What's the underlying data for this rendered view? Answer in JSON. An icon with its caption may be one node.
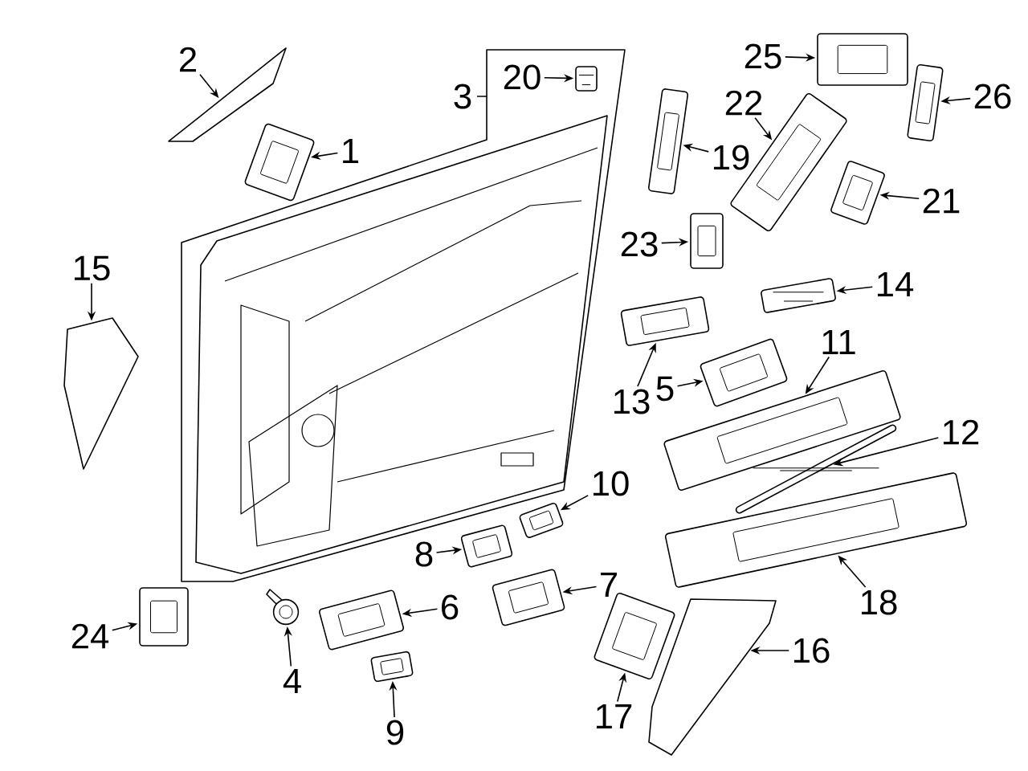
{
  "diagram": {
    "nodes": [
      {
        "text": [
          "1"
        ]
      },
      {
        "text": [
          "2"
        ]
      },
      {
        "text": [
          "4"
        ]
      },
      {
        "text": [
          "5"
        ]
      },
      {
        "text": [
          "6"
        ]
      },
      {
        "text": [
          "7"
        ]
      },
      {
        "text": [
          "8"
        ]
      },
      {
        "text": [
          "9"
        ]
      },
      {
        "text": [
          "10"
        ]
      },
      {
        "text": [
          "11"
        ]
      },
      {
        "text": [
          "12"
        ]
      },
      {
        "text": [
          "13"
        ]
      },
      {
        "text": [
          "14"
        ]
      },
      {
        "text": [
          "15"
        ]
      },
      {
        "text": [
          "16"
        ]
      },
      {
        "text": [
          "17"
        ]
      },
      {
        "text": [
          "18"
        ]
      },
      {
        "text": [
          "19"
        ]
      },
      {
        "text": [
          "20"
        ]
      },
      {
        "text": [
          "21"
        ]
      },
      {
        "text": [
          "22"
        ]
      },
      {
        "text": [
          "23"
        ]
      },
      {
        "text": [
          "24"
        ]
      },
      {
        "text": [
          "25"
        ]
      },
      {
        "text": [
          "26"
        ]
      },
      {
        "text": [],
        "shape": "picture"
      },
      {
        "text": [],
        "shape": "picture"
      },
      {
        "text": [],
        "shape": "picture"
      },
      {
        "text": [],
        "shape": "picture"
      },
      {
        "text": [],
        "shape": "picture"
      },
      {
        "text": [],
        "shape": "picture"
      },
      {
        "text": [],
        "shape": "picture"
      },
      {
        "text": [],
        "shape": "picture"
      },
      {
        "text": [],
        "shape": "picture"
      },
      {
        "text": [],
        "shape": "picture"
      },
      {
        "text": [],
        "shape": "picture"
      },
      {
        "text": [],
        "shape": "picture"
      },
      {
        "text": [],
        "shape": "picture"
      },
      {
        "text": [],
        "shape": "picture"
      },
      {
        "text": [],
        "shape": "picture"
      },
      {
        "text": [],
        "shape": "picture"
      },
      {
        "text": [],
        "shape": "picture"
      },
      {
        "text": [],
        "shape": "picture"
      },
      {
        "text": [],
        "shape": "picture"
      },
      {
        "text": [],
        "shape": "picture"
      },
      {
        "text": [],
        "shape": "picture"
      },
      {
        "text": [],
        "shape": "picture"
      },
      {
        "text": [],
        "shape": "picture"
      },
      {
        "text": [],
        "shape": "picture"
      },
      {
        "text": [],
        "shape": "picture"
      }
    ],
    "edges": [
      {
        "from": 0,
        "to": 25,
        "arrow": "to"
      },
      {
        "from": 1,
        "to": 26,
        "arrow": "to"
      },
      {
        "from": 2,
        "to": 27,
        "arrow": "to"
      },
      {
        "from": 3,
        "to": 28,
        "arrow": "to"
      },
      {
        "from": 4,
        "to": 29,
        "arrow": "to"
      },
      {
        "from": 5,
        "to": 30,
        "arrow": "to"
      },
      {
        "from": 6,
        "to": 31,
        "arrow": "to"
      },
      {
        "from": 7,
        "to": 32,
        "arrow": "to"
      },
      {
        "from": 8,
        "to": 33,
        "arrow": "to"
      },
      {
        "from": 9,
        "to": 34,
        "arrow": "to"
      },
      {
        "from": 10,
        "to": 35,
        "arrow": "to"
      },
      {
        "from": 11,
        "to": 36,
        "arrow": "to"
      },
      {
        "from": 12,
        "to": 37,
        "arrow": "to"
      },
      {
        "from": 13,
        "to": 38,
        "arrow": "to"
      },
      {
        "from": 14,
        "to": 39,
        "arrow": "to"
      },
      {
        "from": 15,
        "to": 40,
        "arrow": "to"
      },
      {
        "from": 16,
        "to": 41,
        "arrow": "to"
      },
      {
        "from": 17,
        "to": 42,
        "arrow": "to"
      },
      {
        "from": 18,
        "to": 43,
        "arrow": "to"
      },
      {
        "from": 19,
        "to": 44,
        "arrow": "to"
      },
      {
        "from": 20,
        "to": 45,
        "arrow": "to"
      },
      {
        "from": 21,
        "to": 46,
        "arrow": "to"
      },
      {
        "from": 22,
        "to": 47,
        "arrow": "to"
      },
      {
        "from": 23,
        "to": 48,
        "arrow": "to"
      },
      {
        "from": 24,
        "to": 49,
        "arrow": "to"
      }
    ],
    "labels": [
      "3"
    ]
  }
}
